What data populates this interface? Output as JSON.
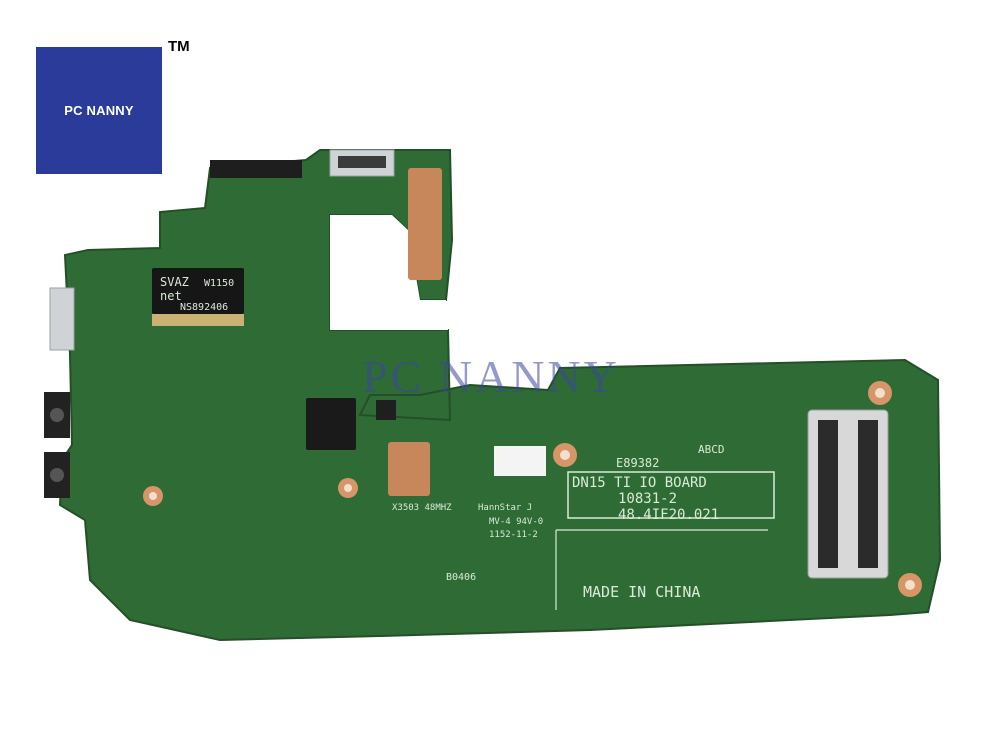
{
  "logo": {
    "text": "PC NANNY",
    "trademark": "TM",
    "bg_color": "#2b3b9a"
  },
  "watermark": {
    "text": "PC NANNY"
  },
  "board": {
    "pcb_color": "#2f6b34",
    "labels": {
      "title_line1": "DN15 TI IO BOARD",
      "title_line2": "10831-2",
      "title_line3": "48.4IF20.021",
      "made_in": "MADE IN CHINA",
      "part_code": "E89382",
      "freq": "X3503 48MHZ",
      "maker": "HannStar J",
      "rating": "MV-4 94V-0",
      "date": "1152-11-2",
      "stamp": "B0406",
      "abcd": "ABCD",
      "lan_brand": "SVAZ",
      "lan_model_a": "W1150",
      "lan_brand_b": "net",
      "lan_model_b": "NS892406"
    }
  }
}
